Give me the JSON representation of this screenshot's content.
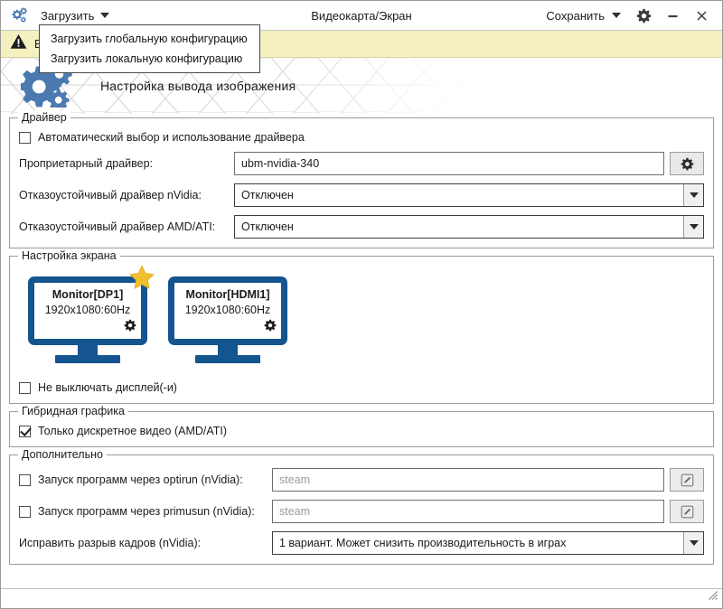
{
  "window": {
    "title": "Видеокарта/Экран",
    "app_icon": "gears-icon",
    "load_menu_label": "Загрузить",
    "save_menu_label": "Сохранить",
    "settings_icon": "gear-icon",
    "minimize_icon": "minimize-icon",
    "close_icon": "close-icon",
    "resize_grip_icon": "resize-grip-icon"
  },
  "dropdown": {
    "open": true,
    "items": [
      {
        "label": "Загрузить глобальную конфигурацию"
      },
      {
        "label": "Загрузить локальную конфигурацию"
      }
    ]
  },
  "warning": {
    "icon": "warning-triangle-icon",
    "text": "В"
  },
  "banner": {
    "icon": "gears-icon",
    "title": "Настройка вывода изображения"
  },
  "driver": {
    "legend": "Драйвер",
    "auto_checkbox": {
      "label": "Автоматический выбор и использование драйвера",
      "checked": false
    },
    "proprietary": {
      "label": "Проприетарный драйвер:",
      "value": "ubm-nvidia-340",
      "button_icon": "gear-icon"
    },
    "nvidia_fallback": {
      "label": "Отказоустойчивый драйвер nVidia:",
      "value": "Отключен"
    },
    "amd_fallback": {
      "label": "Отказоустойчивый драйвер AMD/ATI:",
      "value": "Отключен"
    }
  },
  "screen": {
    "legend": "Настройка экрана",
    "monitors": [
      {
        "name": "Monitor[DP1]",
        "resolution": "1920x1080:60Hz",
        "primary": true,
        "star_icon": "star-icon",
        "gear_icon": "gear-icon"
      },
      {
        "name": "Monitor[HDMI1]",
        "resolution": "1920x1080:60Hz",
        "primary": false,
        "star_icon": "star-icon",
        "gear_icon": "gear-icon"
      }
    ],
    "no_blank_checkbox": {
      "label": "Не выключать дисплей(-и)",
      "checked": false
    }
  },
  "hybrid": {
    "legend": "Гибридная графика",
    "discrete_checkbox": {
      "label": "Только дискретное видео (AMD/ATI)",
      "checked": true
    }
  },
  "additional": {
    "legend": "Дополнительно",
    "optirun": {
      "label": "Запуск программ через optirun (nVidia):",
      "checked": false,
      "placeholder": "steam",
      "value": "",
      "button_icon": "edit-pencil-icon"
    },
    "primusrun": {
      "label": "Запуск программ через primusun (nVidia):",
      "checked": false,
      "placeholder": "steam",
      "value": "",
      "button_icon": "edit-pencil-icon"
    },
    "tearfree": {
      "label": "Исправить разрыв кадров (nVidia):",
      "value": "1 вариант. Может снизить производительность в играх"
    }
  },
  "colors": {
    "monitor_blue": "#15558f",
    "icon_blue": "#4a7ab0",
    "warning_bg": "#f4f0c0",
    "star_gold": "#f0c02e"
  }
}
